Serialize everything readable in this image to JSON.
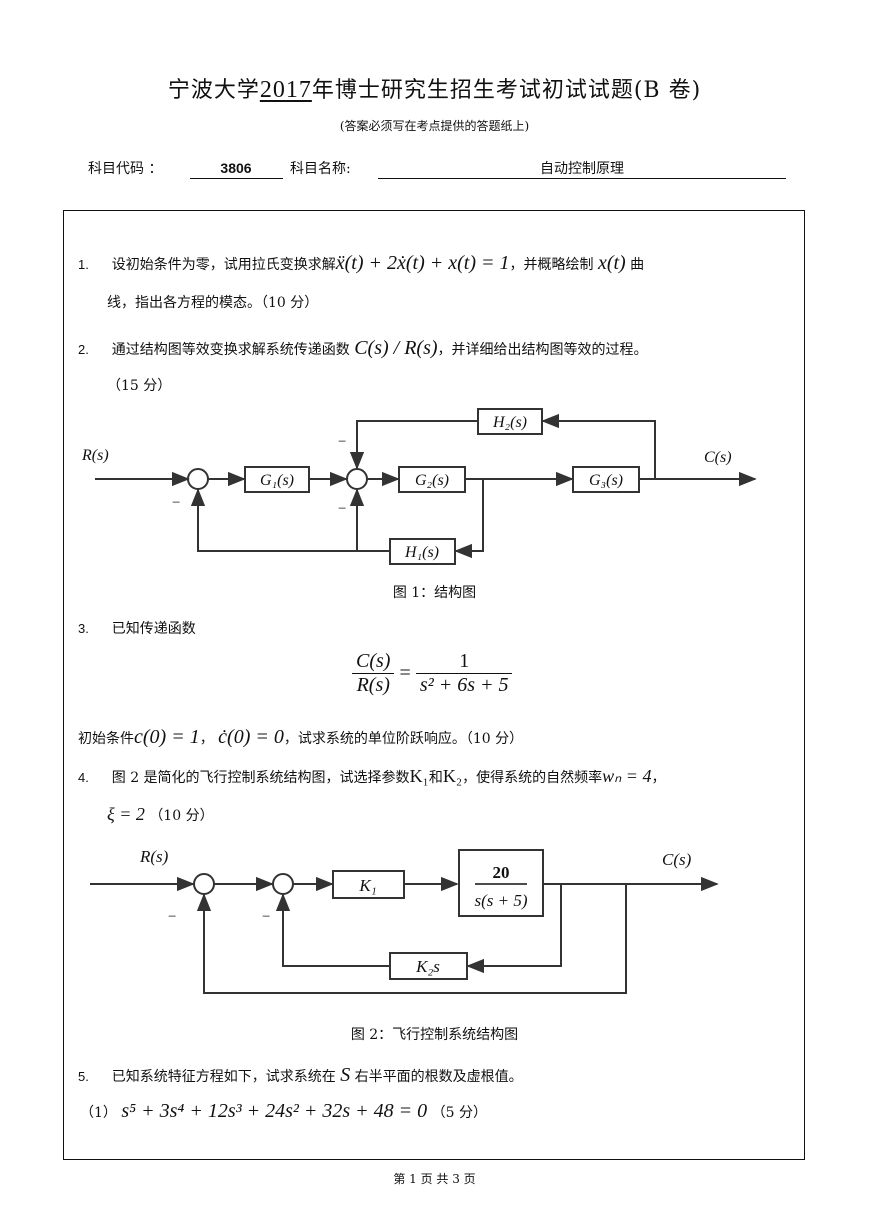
{
  "header": {
    "title_prefix": "宁波大学",
    "title_year": "2017",
    "title_suffix": "年博士研究生招生考试初试试题(B 卷)",
    "note": "(答案必须写在考点提供的答题纸上)",
    "code_label": "科目代码 ：",
    "code_value": "3806",
    "name_label": "科目名称:",
    "name_value": "自动控制原理"
  },
  "questions": {
    "q1": {
      "num": "1.",
      "text_a": "设初始条件为零，试用拉氏变换求解",
      "eq": "ẍ(t) + 2ẋ(t) + x(t) = 1",
      "text_b": "，并概略绘制",
      "var": "x(t)",
      "text_c": "曲",
      "line2": "线，指出各方程的模态。（10 分）"
    },
    "q2": {
      "num": "2.",
      "text_a": "通过结构图等效变换求解系统传递函数",
      "tf": "C(s) / R(s)",
      "text_b": "，并详细给出结构图等效的过程。",
      "line2": "（15 分）",
      "fig_caption": "图 1：结构图"
    },
    "q3": {
      "num": "3.",
      "text": "已知传递函数",
      "frac_num": "C(s)",
      "frac_den": "R(s)",
      "rhs_num": "1",
      "rhs_den": "s² + 6s + 5",
      "cond_a": "初始条件",
      "cond_c0": "c(0) = 1",
      "cond_sep": "，",
      "cond_cd0": "ċ(0) = 0",
      "cond_b": "，试求系统的单位阶跃响应。（10 分）"
    },
    "q4": {
      "num": "4.",
      "text_a": "图 2 是简化的飞行控制系统结构图，试选择参数",
      "k1": "K₁",
      "and": "和",
      "k2": "K₂",
      "text_b": "，使得系统的自然频率",
      "wn": "wₙ = 4",
      "comma": "，",
      "xi": "ξ = 2",
      "pts": "（10 分）",
      "fig_caption": "图 2：飞行控制系统结构图"
    },
    "q5": {
      "num": "5.",
      "text_a": "已知系统特征方程如下，试求系统在",
      "s": "S",
      "text_b": "右半平面的根数及虚根值。",
      "sub1_label": "（1）",
      "sub1_eq": "s⁵ + 3s⁴ + 12s³ + 24s² + 32s + 48 = 0",
      "sub1_pts": "（5 分）"
    }
  },
  "figure1": {
    "R": "R(s)",
    "C": "C(s)",
    "G1": "G₁(s)",
    "G2": "G₂(s)",
    "G3": "G₃(s)",
    "H1": "H₁(s)",
    "H2": "H₂(s)",
    "minus": "−"
  },
  "figure2": {
    "R": "R(s)",
    "C": "C(s)",
    "K1": "K₁",
    "plant_num": "20",
    "plant_den": "s(s + 5)",
    "K2s": "K₂s",
    "minus": "−"
  },
  "footer": "第 1 页 共 3 页"
}
